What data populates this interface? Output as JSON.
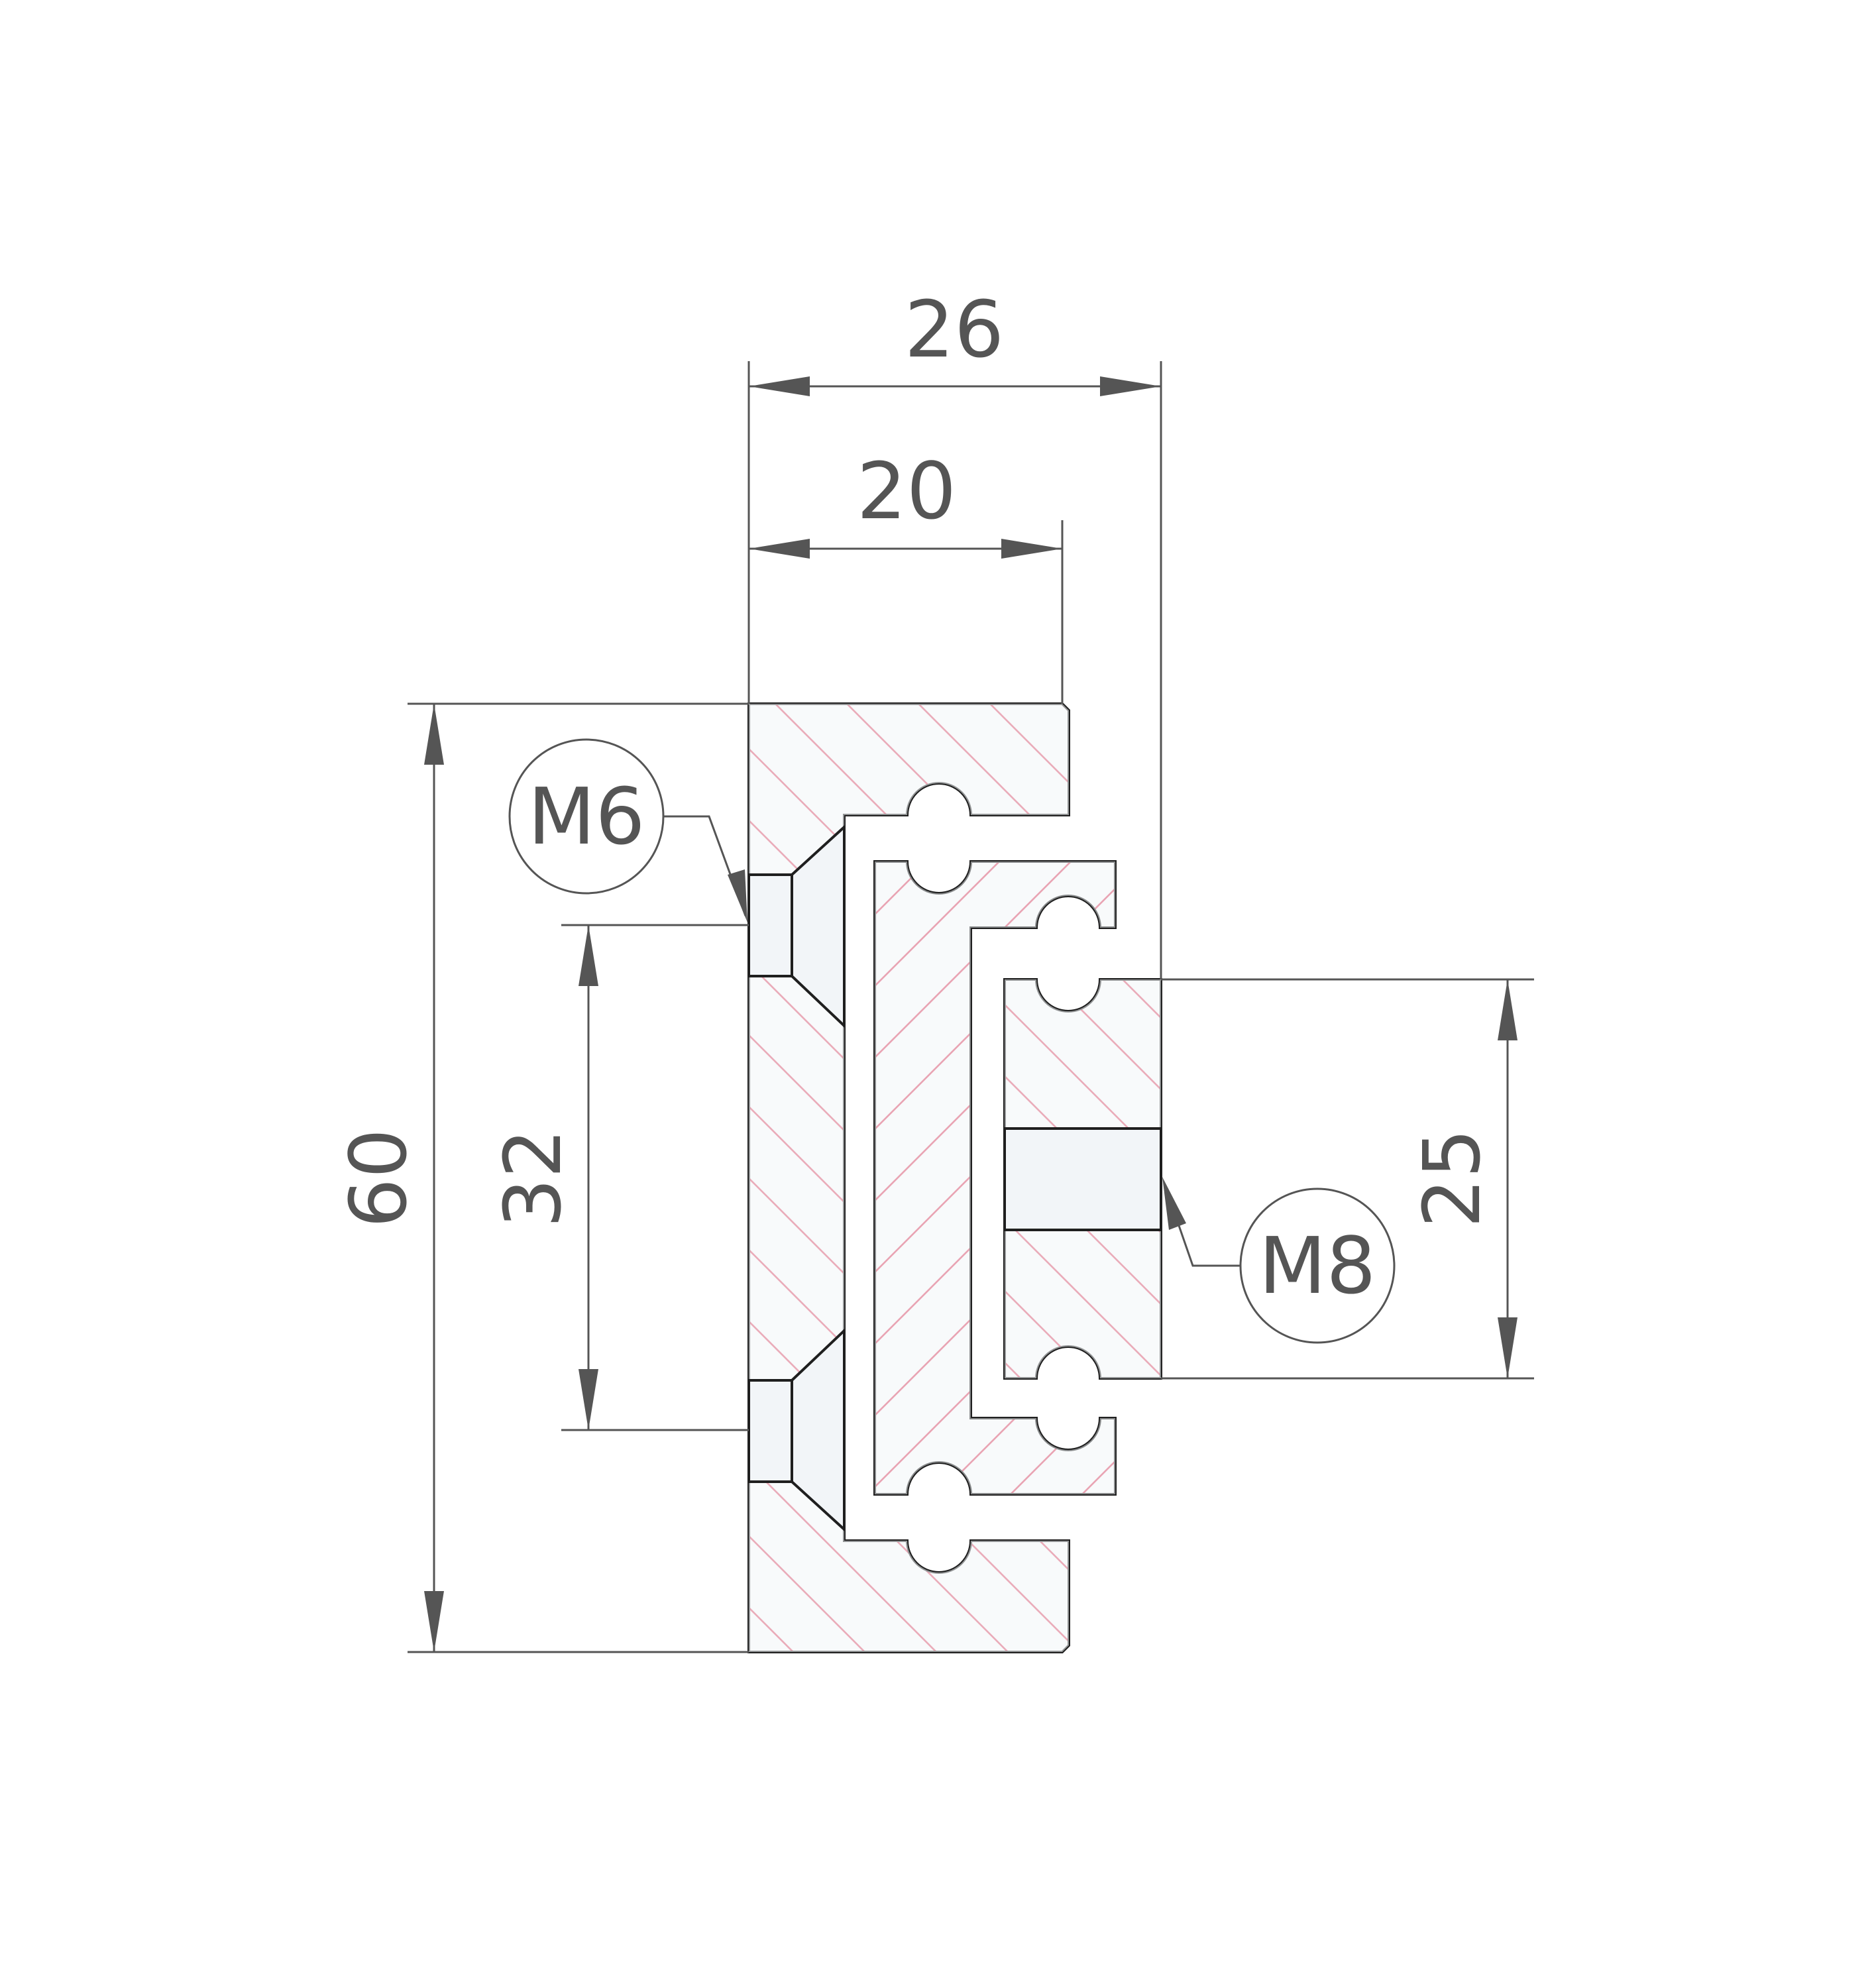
{
  "dimensions": {
    "overall_width": "26",
    "inner_width": "20",
    "overall_height": "60",
    "hole_spacing": "32",
    "carriage_height": "25"
  },
  "callouts": {
    "left_thread": "M6",
    "right_thread": "M8"
  },
  "colors": {
    "outline": "#1f1f1f",
    "fill": "#f2f5f8",
    "hatch": "#e0526e",
    "dimension": "#555555",
    "background": "#ffffff"
  }
}
